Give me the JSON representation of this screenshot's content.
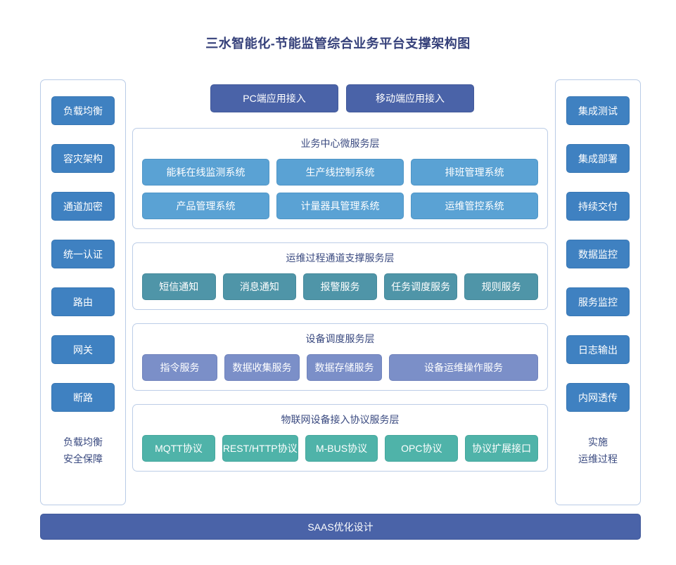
{
  "title": "三水智能化-节能监管综合业务平台支撑架构图",
  "colors": {
    "title_navy": "#35407a",
    "panel_border": "#bccde7",
    "side_box": "#3f81c1",
    "access_button": "#4a63a8",
    "business_layer": "#5aa2d4",
    "ops_layer": "#4f95a8",
    "device_layer": "#7b8fc8",
    "iot_layer": "#4fb3a9",
    "bottom_bar": "#4a63a8"
  },
  "left_column": {
    "items": [
      {
        "label": "负载均衡"
      },
      {
        "label": "容灾架构"
      },
      {
        "label": "通道加密"
      },
      {
        "label": "统一认证"
      },
      {
        "label": "路由"
      },
      {
        "label": "网关"
      },
      {
        "label": "断路"
      }
    ],
    "footer_line1": "负载均衡",
    "footer_line2": "安全保障"
  },
  "right_column": {
    "items": [
      {
        "label": "集成测试"
      },
      {
        "label": "集成部署"
      },
      {
        "label": "持续交付"
      },
      {
        "label": "数据监控"
      },
      {
        "label": "服务监控"
      },
      {
        "label": "日志输出"
      },
      {
        "label": "内网透传"
      }
    ],
    "footer_line1": "实施",
    "footer_line2": "运维过程"
  },
  "access": {
    "pc": "PC端应用接入",
    "mobile": "移动端应用接入"
  },
  "layers": [
    {
      "key": "business",
      "title": "业务中心微服务层",
      "rows": [
        [
          {
            "label": "能耗在线监测系统"
          },
          {
            "label": "生产线控制系统"
          },
          {
            "label": "排班管理系统"
          }
        ],
        [
          {
            "label": "产品管理系统"
          },
          {
            "label": "计量器具管理系统"
          },
          {
            "label": "运维管控系统"
          }
        ]
      ]
    },
    {
      "key": "ops",
      "title": "运维过程通道支撑服务层",
      "rows": [
        [
          {
            "label": "短信通知"
          },
          {
            "label": "消息通知"
          },
          {
            "label": "报警服务"
          },
          {
            "label": "任务调度服务"
          },
          {
            "label": "规则服务"
          }
        ]
      ]
    },
    {
      "key": "device",
      "title": "设备调度服务层",
      "rows": [
        [
          {
            "label": "指令服务"
          },
          {
            "label": "数据收集服务"
          },
          {
            "label": "数据存储服务"
          },
          {
            "label": "设备运维操作服务",
            "wide": true
          }
        ]
      ]
    },
    {
      "key": "iot",
      "title": "物联网设备接入协议服务层",
      "rows": [
        [
          {
            "label": "MQTT协议"
          },
          {
            "label": "REST/HTTP协议"
          },
          {
            "label": "M-BUS协议"
          },
          {
            "label": "OPC协议"
          },
          {
            "label": "协议扩展接口"
          }
        ]
      ]
    }
  ],
  "bottom_bar": "SAAS优化设计"
}
